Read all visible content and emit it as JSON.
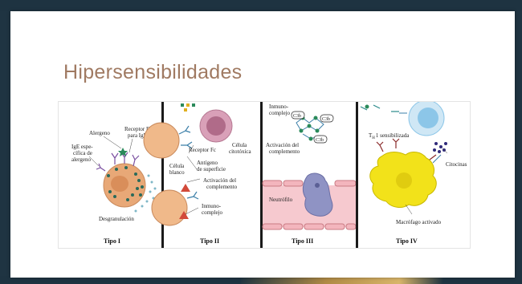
{
  "slide": {
    "title": "Hipersensibilidades"
  },
  "figure": {
    "panel1": {
      "label": "Tipo I",
      "alergeno": "Alergeno",
      "receptor_line1": "Receptor Fc",
      "receptor_line2": "para IgE",
      "ige_line1": "IgE espe-",
      "ige_line2": "cífica de",
      "ige_line3": "alergeno",
      "desgranulacion": "Desgranulación"
    },
    "panel2": {
      "label": "Tipo II",
      "receptor_fc": "Receptor Fc",
      "celula_line1": "Célula",
      "celula_line2": "citotóxica",
      "antigeno_line1": "Antígeno",
      "antigeno_line2": "de superficie",
      "blanco_line1": "Célula",
      "blanco_line2": "blanco",
      "activacion_line1": "Activación del",
      "activacion_line2": "complemento",
      "inmuno_line1": "Inmuno-",
      "inmuno_line2": "complejo"
    },
    "panel3": {
      "label": "Tipo III",
      "inmuno_line1": "Inmuno-",
      "inmuno_line2": "complejo",
      "c3b": "C3b",
      "activacion_line1": "Activación del",
      "activacion_line2": "complemento",
      "neutrofilo": "Neutrófilo"
    },
    "panel4": {
      "label": "Tipo IV",
      "th_prefix": "T",
      "th_sub": "H",
      "th_suffix": "1 sensibilizada",
      "citocinas": "Citocinas",
      "macrofago": "Macrófago activado"
    }
  },
  "colors": {
    "frame": "#1e3341",
    "title": "#a07a62",
    "mast_cell": "#e8a877",
    "granule": "#2a6a5a",
    "target_cell": "#f0b98a",
    "cytotoxic_cell": "#c7738f",
    "vessel": "#f6c9cf",
    "neutrophil": "#8f93c4",
    "th1_cell": "#8cc6e8",
    "macrophage": "#f2e21a",
    "complement": "#d24a3a"
  }
}
